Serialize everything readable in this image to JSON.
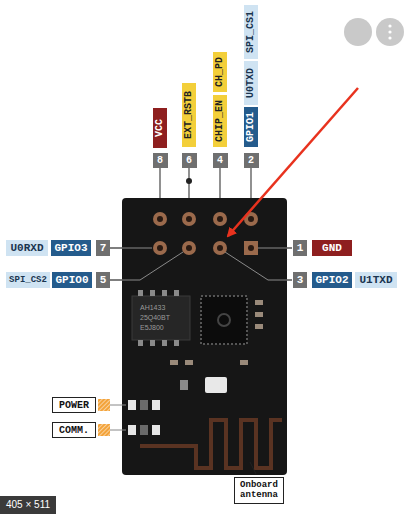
{
  "diagram": {
    "nodes": [
      {
        "text": [
          "SPI_CS1"
        ]
      },
      {
        "text": [
          "CH_PD"
        ]
      },
      {
        "text": [
          "U0TXD"
        ]
      },
      {
        "text": [
          "EXT_RSTB"
        ]
      },
      {
        "text": [
          "VCC"
        ]
      },
      {
        "text": [
          "CHIP_EN"
        ]
      },
      {
        "text": [
          "GPIO1"
        ]
      },
      {
        "text": [
          "8"
        ]
      },
      {
        "text": [
          "6"
        ]
      },
      {
        "text": [
          "4"
        ]
      },
      {
        "text": [
          "2"
        ]
      },
      {
        "text": [
          "U0RXD"
        ]
      },
      {
        "text": [
          "GPIO3"
        ]
      },
      {
        "text": [
          "7"
        ]
      },
      {
        "text": [
          "1"
        ]
      },
      {
        "text": [
          "GND"
        ]
      },
      {
        "text": [
          "SPI_CS2"
        ]
      },
      {
        "text": [
          "GPIO0"
        ]
      },
      {
        "text": [
          "5"
        ]
      },
      {
        "text": [
          "3"
        ]
      },
      {
        "text": [
          "GPIO2"
        ]
      },
      {
        "text": [
          "U1TXD"
        ]
      },
      {
        "text": [
          "POWER"
        ]
      },
      {
        "text": [
          "COMM."
        ]
      },
      {
        "text": [
          "Onboard antenna"
        ]
      },
      {
        "text": [
          "405 × 511"
        ]
      }
    ],
    "labels": [
      "AH1433",
      "25Q40BT",
      "E5J800"
    ]
  }
}
